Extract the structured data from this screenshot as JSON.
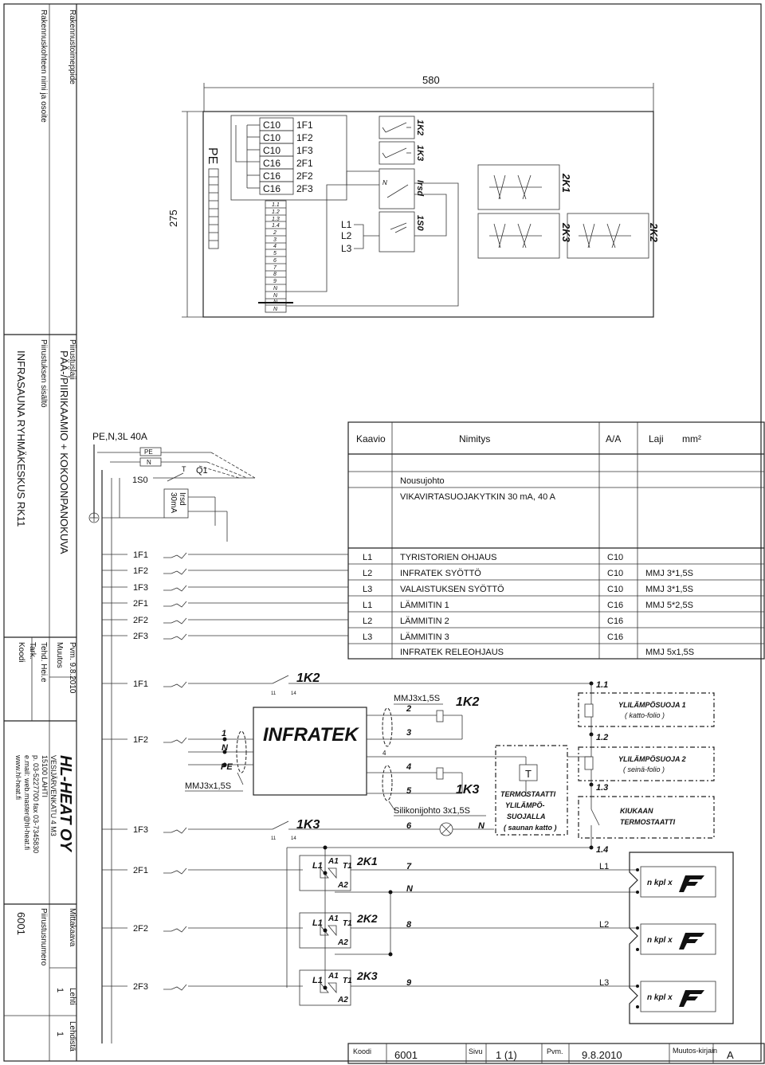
{
  "title_block_left": {
    "client_label": "Rakennustoimeppide",
    "address_label": "Rakennuskohteen nimi ja osoite",
    "drawing_type_label": "Piirustuslaji",
    "drawing_type": "PÄÄ-/PIIRIKAAMIO + KOKOONPANOKUVA",
    "drawing_content_label": "Piirustuksen sisältö",
    "drawing_content": "INFRASAUNA RYHMÄKESKUS RK11",
    "date_label": "Pvm. 9.8.2010",
    "changes_label": "Muutos",
    "made_label": "Tehd. Hei.e",
    "checked_label": "Tark.",
    "code_label": "Koodi",
    "company": "HL-HEAT OY",
    "company_addr1": "VESIJÄRVENKATU 4 M3",
    "company_addr2": "15100 LAHTI",
    "company_phone": "p. 03-5227700 fax 03-7345830",
    "company_email": "e.mail: web.master@hl-heat.fi",
    "company_web": "www.hl-heat.fi",
    "scale_label": "Mittakaava",
    "drawing_no_label": "Piirustusnumero",
    "drawing_no": "6001",
    "sheet_label": "Lehti",
    "sheet_no": "1",
    "sheets_label": "Lehdistä",
    "sheets_total": "1"
  },
  "enclosure": {
    "width_dim": "580",
    "height_dim": "275",
    "pe_label": "PE",
    "breakers": [
      {
        "rating": "C10",
        "id": "1F1"
      },
      {
        "rating": "C10",
        "id": "1F2"
      },
      {
        "rating": "C10",
        "id": "1F3"
      },
      {
        "rating": "C16",
        "id": "2F1"
      },
      {
        "rating": "C16",
        "id": "2F2"
      },
      {
        "rating": "C16",
        "id": "2F3"
      }
    ],
    "terminals": [
      "1.1",
      "1.2",
      "1.3",
      "1.4",
      "2",
      "3",
      "4",
      "5",
      "6",
      "7",
      "8",
      "9",
      "N",
      "N",
      "N",
      "N"
    ],
    "contactors": [
      "1K2",
      "1K3"
    ],
    "rcd_label": "Irsd",
    "rcd_terminals": "N",
    "main_switch": "1S0",
    "phases": [
      "L1",
      "L2",
      "L3"
    ],
    "thyristors": [
      "2K1",
      "2K3",
      "2K2"
    ]
  },
  "feed": {
    "supply": "PE,N,3L 40A",
    "pe": "PE",
    "n": "N",
    "main_switch": "1S0",
    "q1": "Q1",
    "rcd_line1": "Irsd",
    "rcd_line2": "30mA"
  },
  "table": {
    "headers": {
      "kaavio": "Kaavio",
      "nimitys": "Nimitys",
      "aa": "A/A",
      "laji": "Laji",
      "mm2": "mm²"
    },
    "rows": [
      {
        "kaavio": "",
        "nimitys": "",
        "aa": "",
        "laji": ""
      },
      {
        "kaavio": "",
        "nimitys": "Nousujohto",
        "aa": "",
        "laji": ""
      },
      {
        "kaavio": "",
        "nimitys": "VIKAVIRTASUOJAKYTKIN 30 mA, 40 A",
        "aa": "",
        "laji": ""
      },
      {
        "kaavio": "L1",
        "nimitys": "TYRISTORIEN OHJAUS",
        "aa": "C10",
        "laji": ""
      },
      {
        "kaavio": "L2",
        "nimitys": "INFRATEK SYÖTTÖ",
        "aa": "C10",
        "laji": "MMJ 3*1,5S"
      },
      {
        "kaavio": "L3",
        "nimitys": "VALAISTUKSEN SYÖTTÖ",
        "aa": "C10",
        "laji": "MMJ 3*1,5S"
      },
      {
        "kaavio": "L1",
        "nimitys": "LÄMMITIN 1",
        "aa": "C16",
        "laji": "MMJ 5*2,5S"
      },
      {
        "kaavio": "L2",
        "nimitys": "LÄMMITIN 2",
        "aa": "C16",
        "laji": ""
      },
      {
        "kaavio": "L3",
        "nimitys": "LÄMMITIN 3",
        "aa": "C16",
        "laji": ""
      },
      {
        "kaavio": "",
        "nimitys": "INFRATEK RELEOHJAUS",
        "aa": "",
        "laji": "MMJ 5x1,5S"
      }
    ]
  },
  "circuits": [
    "1F1",
    "1F2",
    "1F3",
    "2F1",
    "2F2",
    "2F3"
  ],
  "schematic": {
    "c1": "1F1",
    "c2": "1F2",
    "c3": "1F3",
    "c4": "2F1",
    "c5": "2F2",
    "c6": "2F3",
    "k2": "1K2",
    "k3": "1K3",
    "k2b": "1K2",
    "k3b": "1K3",
    "k11": "11",
    "k14": "14",
    "k11b": "11",
    "k14b": "14",
    "infratek": "INFRATEK",
    "cable1": "MMJ3x1,5S",
    "cable2": "MMJ3x1,5S",
    "silicone": "Silikonijohto 3x1,5S",
    "t1": "1",
    "tN": "N",
    "tPE": "PE",
    "n2": "2",
    "n3": "3",
    "n4": "4",
    "n5": "5",
    "n6": "6",
    "nN": "N",
    "n7": "7",
    "nN2": "N",
    "n8": "8",
    "n9": "9",
    "p11": "1.1",
    "p12": "1.2",
    "p13": "1.3",
    "p14": "1.4",
    "thermo_T": "T",
    "thermo_l1": "TERMOSTAATTI",
    "thermo_l2": "YLILÄMPÖ-",
    "thermo_l3": "SUOJALLA",
    "thermo_l4": "( saunan katto )",
    "ov1_l1": "YLILÄMPÖSUOJA 1",
    "ov1_l2": "( katto-folio )",
    "ov2_l1": "YLILÄMPÖSUOJA 2",
    "ov2_l2": "( seinä-folio )",
    "kiuas_l1": "KIUKAAN",
    "kiuas_l2": "TERMOSTAATTI",
    "tk1": "2K1",
    "tk2": "2K2",
    "tk3": "2K3",
    "L1": "L1",
    "L2": "L2",
    "L3": "L3",
    "A1": "A1",
    "A2": "A2",
    "T1": "T1",
    "heater_count": "n kpl x",
    "n2k": "N"
  },
  "footer": {
    "koodi_label": "Koodi",
    "koodi": "6001",
    "sivu_label": "Sivu",
    "sivu": "1 (1)",
    "pvm_label": "Pvm.",
    "pvm": "9.8.2010",
    "muutos_label": "Muutos-kirjain",
    "muutos": "A"
  }
}
